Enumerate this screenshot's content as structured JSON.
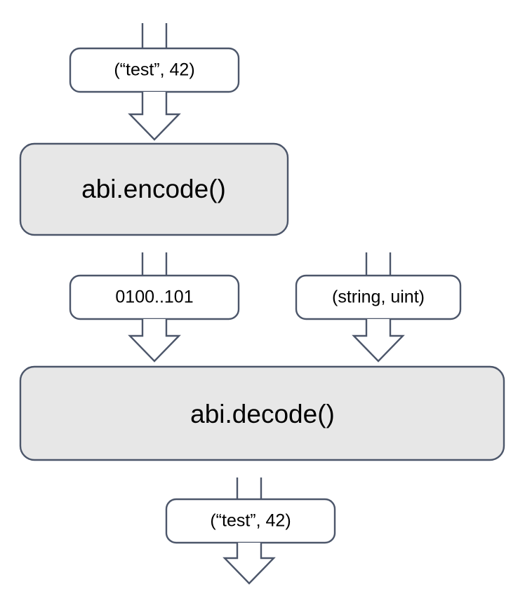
{
  "diagram": {
    "title": "abi encode decode flow",
    "colors": {
      "stroke": "#4c566a",
      "process_fill": "#e7e7e7",
      "data_fill": "#ffffff",
      "text": "#000000",
      "background": "#ffffff"
    },
    "nodes": {
      "input_tuple_top": {
        "label": "(“test”, 42)",
        "kind": "data",
        "fill": "white"
      },
      "encode": {
        "label": "abi.encode()",
        "kind": "process",
        "fill": "gray"
      },
      "encoded_bytes": {
        "label": "0100..101",
        "kind": "data",
        "fill": "white"
      },
      "types_tuple": {
        "label": "(string, uint)",
        "kind": "data",
        "fill": "white"
      },
      "decode": {
        "label": "abi.decode()",
        "kind": "process",
        "fill": "gray"
      },
      "output_tuple_bottom": {
        "label": "(“test”, 42)",
        "kind": "data",
        "fill": "white"
      }
    },
    "connectors": {
      "stub_into_input_top": {
        "kind": "stub",
        "from": "top-edge",
        "to": "input_tuple_top"
      },
      "arrow_input_to_encode": {
        "kind": "arrow",
        "from": "input_tuple_top",
        "to": "encode"
      },
      "stub_into_encoded_bytes": {
        "kind": "stub",
        "from": "encode",
        "to": "encoded_bytes"
      },
      "arrow_bytes_to_decode": {
        "kind": "arrow",
        "from": "encoded_bytes",
        "to": "decode"
      },
      "stub_into_types_tuple": {
        "kind": "stub",
        "from": "top-edge",
        "to": "types_tuple"
      },
      "arrow_types_to_decode": {
        "kind": "arrow",
        "from": "types_tuple",
        "to": "decode"
      },
      "stub_into_output_bottom": {
        "kind": "stub",
        "from": "decode",
        "to": "output_tuple_bottom"
      },
      "arrow_output_exit": {
        "kind": "arrow",
        "from": "output_tuple_bottom",
        "to": "bottom-edge"
      }
    }
  }
}
